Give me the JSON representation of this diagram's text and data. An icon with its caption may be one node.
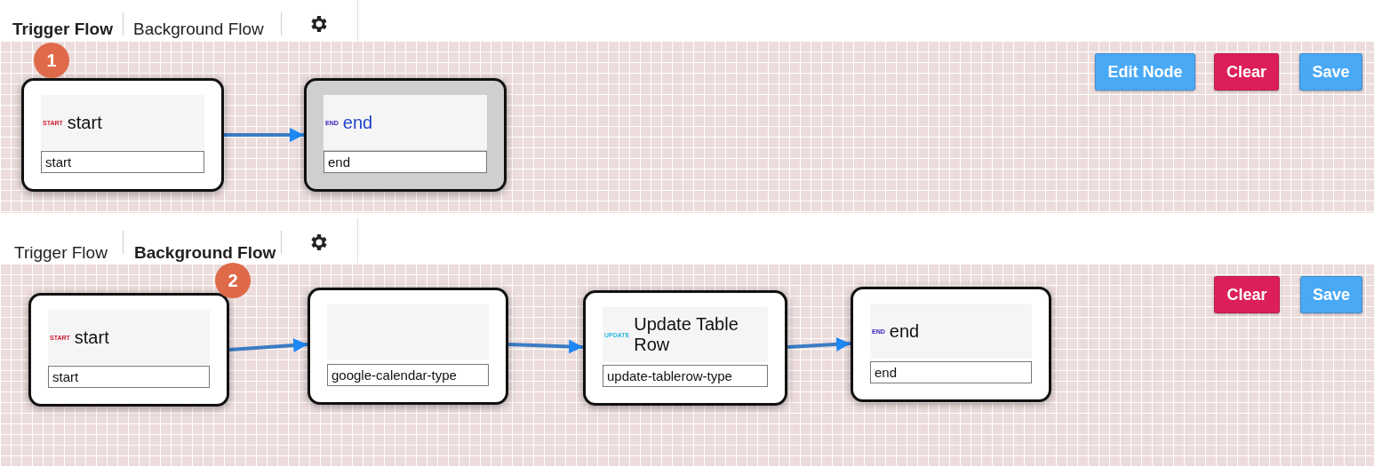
{
  "diagram": {
    "nodes": [
      {
        "text": [
          "START",
          "start",
          "start"
        ]
      },
      {
        "text": [
          "END",
          "end",
          "end"
        ]
      },
      {
        "text": [
          "START",
          "start",
          "start"
        ]
      },
      {
        "text": [
          "google-calendar-type"
        ]
      },
      {
        "text": [
          "UPDATE",
          "Update Table Row",
          "update-tablerow-type"
        ]
      },
      {
        "text": [
          "END",
          "end",
          "end"
        ]
      }
    ],
    "edges": [
      {
        "from": 0,
        "to": 1,
        "arrow": "to"
      },
      {
        "from": 2,
        "to": 3,
        "arrow": "to"
      },
      {
        "from": 3,
        "to": 4,
        "arrow": "to"
      },
      {
        "from": 4,
        "to": 5,
        "arrow": "to"
      }
    ],
    "labels": [
      "Trigger Flow",
      "Background Flow",
      "1",
      "Edit Node",
      "Clear",
      "Save",
      "Trigger Flow",
      "Background Flow",
      "2",
      "Clear",
      "Save"
    ]
  }
}
